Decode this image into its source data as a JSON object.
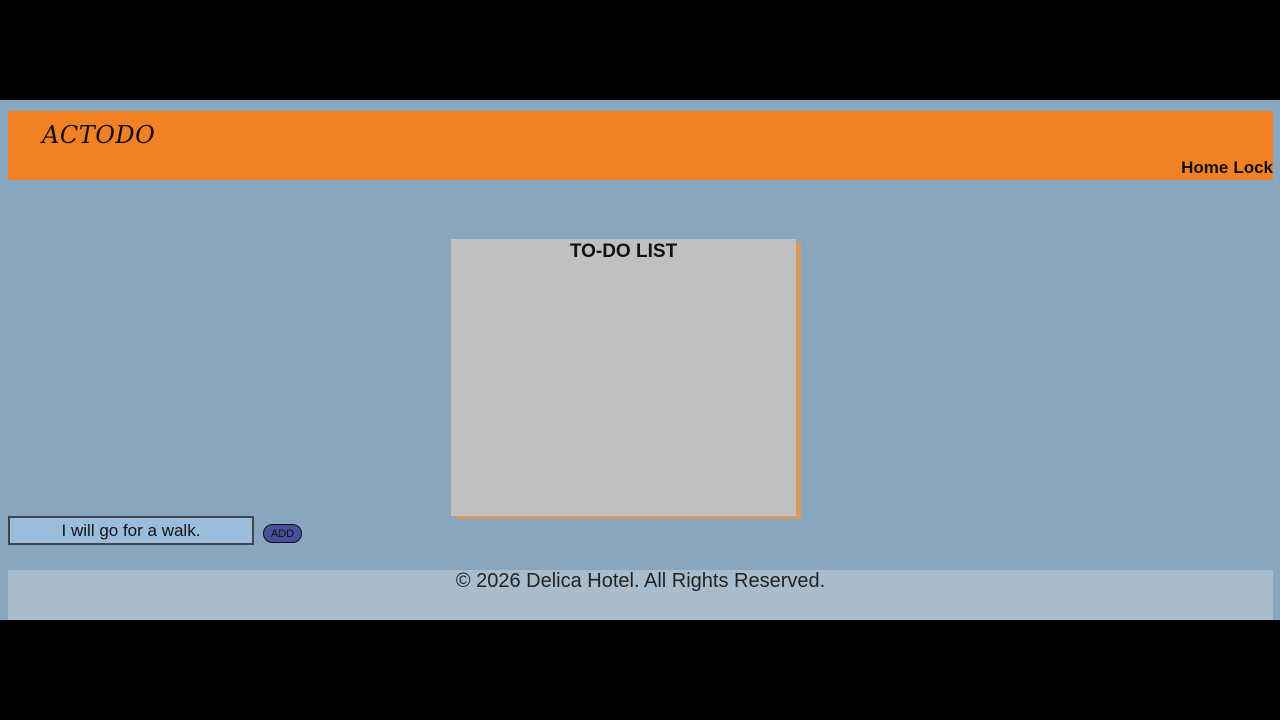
{
  "header": {
    "brand": "ACTODO",
    "nav": [
      {
        "label": "Home"
      },
      {
        "label": "Lock"
      }
    ]
  },
  "todo": {
    "title": "TO-DO LIST",
    "items": []
  },
  "form": {
    "input_value": "I will go for a walk.",
    "add_label": "ADD"
  },
  "footer": {
    "text": "© 2026 Delica Hotel. All Rights Reserved."
  },
  "colors": {
    "background": "#87a6bf",
    "header": "#f28123",
    "card": "#c0c0c0",
    "input": "#9bbddd",
    "button": "#4a4f9c",
    "footer": "#a9bccb"
  }
}
